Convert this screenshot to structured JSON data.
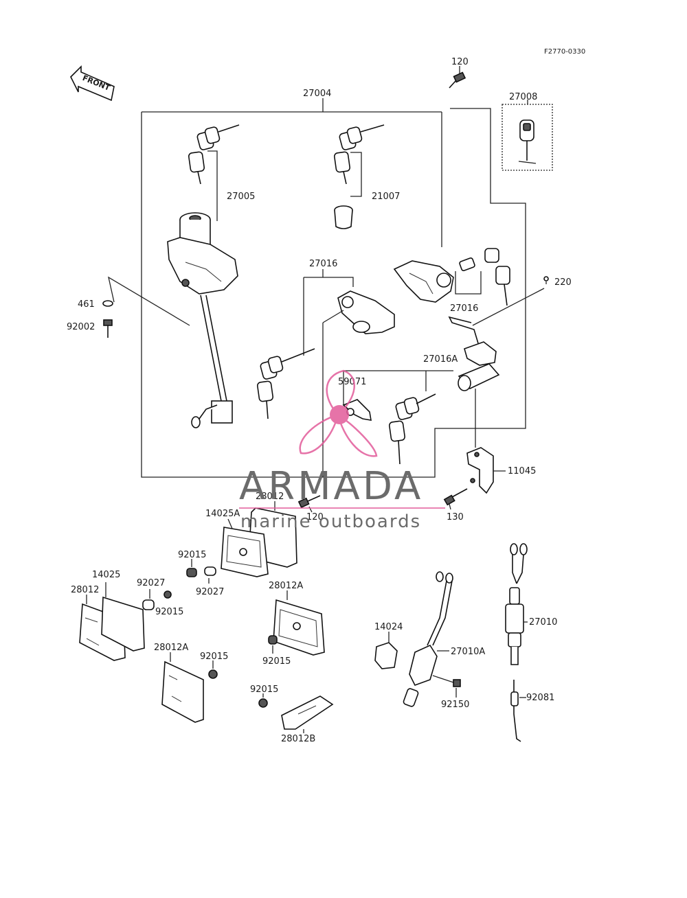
{
  "figure_id": "F2770-0330",
  "front_label": "FRONT",
  "labels": {
    "l120_top": "120",
    "l27004": "27004",
    "l27008": "27008",
    "l27005": "27005",
    "l21007": "21007",
    "l27016_top": "27016",
    "l27016_right": "27016",
    "l220": "220",
    "l461": "461",
    "l92002": "92002",
    "l27016A": "27016A",
    "l59071": "59071",
    "l11045": "11045",
    "l28012_top": "28012",
    "l14025A": "14025A",
    "l120_mid": "120",
    "l130": "130",
    "l92015_a": "92015",
    "l92027_a": "92027",
    "l14025": "14025",
    "l28012_left": "28012",
    "l92027_b": "92027",
    "l92015_b": "92015",
    "l28012A_mid": "28012A",
    "l28012A_low": "28012A",
    "l92015_c": "92015",
    "l92015_d": "92015",
    "l92015_e": "92015",
    "l28012B": "28012B",
    "l14024": "14024",
    "l27010A": "27010A",
    "l92150": "92150",
    "l27010": "27010",
    "l92081": "92081"
  },
  "watermark": {
    "brand": "ARMADA",
    "tagline": "marine outboards",
    "logo_color": "#e25b9a"
  }
}
